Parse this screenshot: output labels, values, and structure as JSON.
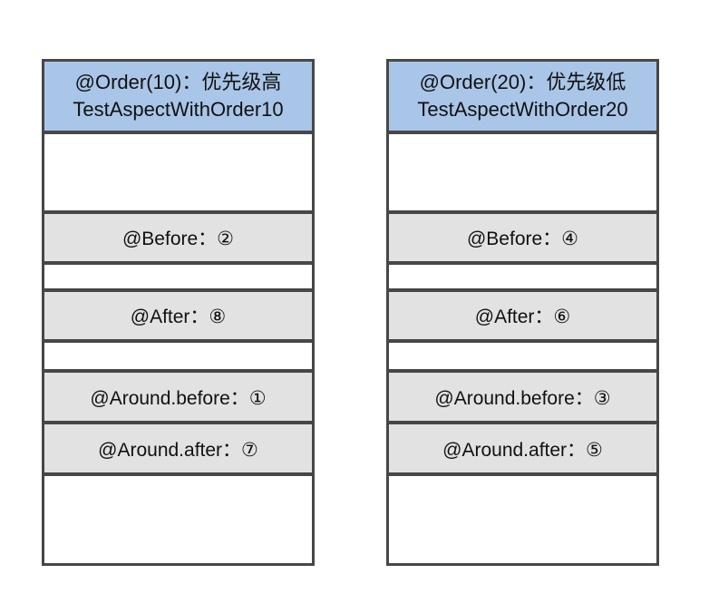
{
  "colors": {
    "page_bg": "#ffffff",
    "header_bg": "#a9c6e8",
    "label_row_bg": "#e2e2e2",
    "empty_row_bg": "#ffffff",
    "border": "#474747",
    "text": "#111111"
  },
  "columns": [
    {
      "header": {
        "line1": "@Order(10)：优先级高",
        "line2": "TestAspectWithOrder10"
      },
      "rows": [
        {
          "type": "empty",
          "text": ""
        },
        {
          "type": "label",
          "text": "@Before：②"
        },
        {
          "type": "empty",
          "text": ""
        },
        {
          "type": "label",
          "text": "@After：⑧"
        },
        {
          "type": "empty",
          "text": ""
        },
        {
          "type": "label",
          "text": "@Around.before：①"
        },
        {
          "type": "label",
          "text": "@Around.after：⑦"
        },
        {
          "type": "empty",
          "text": ""
        }
      ]
    },
    {
      "header": {
        "line1": "@Order(20)：优先级低",
        "line2": "TestAspectWithOrder20"
      },
      "rows": [
        {
          "type": "empty",
          "text": ""
        },
        {
          "type": "label",
          "text": "@Before：④"
        },
        {
          "type": "empty",
          "text": ""
        },
        {
          "type": "label",
          "text": "@After：⑥"
        },
        {
          "type": "empty",
          "text": ""
        },
        {
          "type": "label",
          "text": "@Around.before：③"
        },
        {
          "type": "label",
          "text": "@Around.after：⑤"
        },
        {
          "type": "empty",
          "text": ""
        }
      ]
    }
  ]
}
